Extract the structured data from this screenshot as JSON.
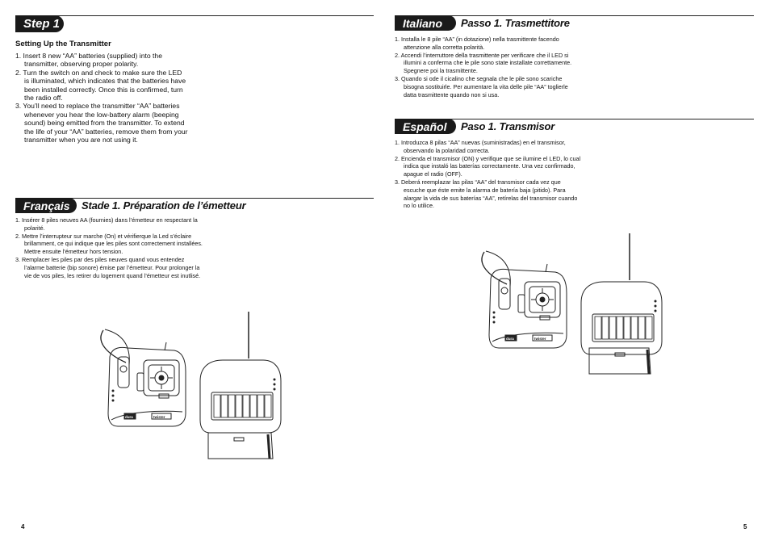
{
  "left_page": {
    "step_badge": "Step 1",
    "english": {
      "subheading": "Setting Up the Transmitter",
      "items": [
        "1. Insert 8 new “AA” batteries (supplied) into the transmitter, observing proper polarity.",
        "2. Turn the switch on and check to make sure the LED is illuminated, which indicates that the batteries have been installed correctly. Once this is confirmed, turn the radio off.",
        "3. You’ll need to replace the transmitter “AA” batteries whenever you hear the low-battery alarm (beeping sound) being emitted from the transmitter. To extend the life of your “AA” batteries, remove them from your transmitter when you are not using it."
      ]
    },
    "french": {
      "lang_badge": "Français",
      "heading": "Stade 1. Préparation de l’émetteur",
      "items": [
        "1. Insérer 8 piles neuves AA (fournies) dans l’émetteur en respectant la polarité.",
        "2. Mettre l’interrupteur sur marche (On) et vérifierque la Led s’éclaire brillamment, ce qui indique que les piles sont correctement installées. Mettre ensuite l’émetteur hors tension.",
        "3. Remplacer les piles par des piles neuves quand vous entendez l’alarme batterie (bip sonore) émise par l’émetteur. Pour prolonger la vie de vos piles, les retirer du logement quand l’émetteur est inutlisé."
      ]
    },
    "page_number": "4"
  },
  "right_page": {
    "italian": {
      "lang_badge": "Italiano",
      "heading": "Passo 1. Trasmettitore",
      "items": [
        "1. Installa le 8 pile “AA” (in dotazione) nella trasmittente facendo attenzione alla corretta polarità.",
        "2. Accendi l’interruttore della trasmittente per verificare che il LED si illumini a conferma che le pile sono state installate correttamente. Spegnere poi la trasmittente.",
        "3. Quando si ode il cicalino che segnala che le pile sono scariche bisogna sostituirle. Per aumentare la vita delle pile “AA” toglierle datta trasmittente quando non si usa."
      ]
    },
    "spanish": {
      "lang_badge": "Español",
      "heading": "Paso 1. Transmisor",
      "items": [
        "1. Introduzca 8 pilas “AA” nuevas (suministradas) en el transmisor, observando la polaridad correcta.",
        "2. Encienda el transmisor (ON) y verifique que se ilumine el LED, lo cual indica que instaló las baterías correctamente. Una vez confirmado, apague el radio (OFF).",
        "3. Deberá reemplazar las pilas “AA” del transmisor cada vez que escuche que éste emite la alarma de batería baja (pitido). Para alargar la vida de sus baterías “AA”, retírelas del transmisor cuando no lo utilice."
      ]
    },
    "page_number": "5"
  },
  "illustration": {
    "brand_text": "dura",
    "model_text": "twister"
  },
  "colors": {
    "badge": "#1a1a1a",
    "rule": "#222222",
    "text": "#111111"
  }
}
